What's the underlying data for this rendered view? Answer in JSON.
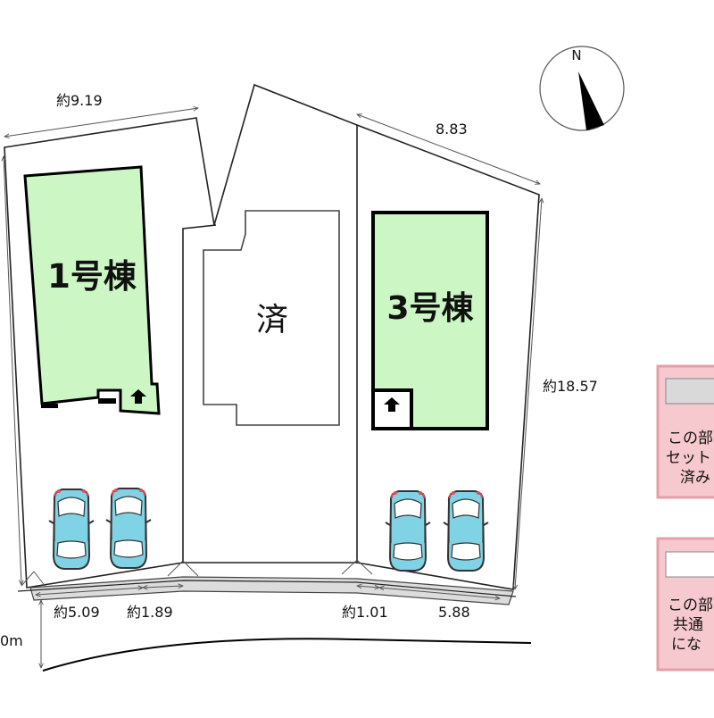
{
  "compass": {
    "label": "N"
  },
  "buildings": {
    "lot1": {
      "label": "1号棟",
      "fill": "#ccf7c4"
    },
    "lot2": {
      "label": "済"
    },
    "lot3": {
      "label": "3号棟",
      "fill": "#ccf7c4"
    }
  },
  "dimensions": {
    "top_left": "約9.19",
    "top_right": "8.83",
    "right_side": "約18.57",
    "bottom_1": "約5.09",
    "bottom_2": "約1.89",
    "bottom_3": "約1.01",
    "bottom_4": "5.88",
    "road_width": "0m"
  },
  "legend": {
    "item1": {
      "lines": [
        "この部",
        "セット",
        "済み"
      ],
      "fill": "#f5c9cd",
      "border": "#e3a0a8"
    },
    "item2": {
      "lines": [
        "この部",
        "共通",
        "にな"
      ],
      "fill": "#f5c9cd",
      "border": "#e3a0a8"
    }
  },
  "colors": {
    "building_green": "#ccf7c4",
    "car_body": "#7fd3e4",
    "car_outline": "#333333",
    "dimension_line": "#555555"
  }
}
